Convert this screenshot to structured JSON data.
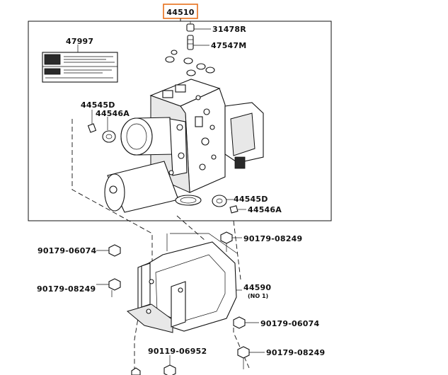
{
  "highlight_color": "#e8701a",
  "labels": {
    "main_part": "44510",
    "p31478": "31478R",
    "p47547": "47547M",
    "p47997": "47997",
    "p44545_left": "44545D",
    "p44546_left": "44546A",
    "p44545_right": "44545D",
    "p44546_right": "44546A",
    "bolt_a": "90179-08249",
    "bolt_b": "90179-06074",
    "bolt_c": "90179-08249",
    "bracket": "44590",
    "bracket_note": "(NO 1)",
    "bolt_d": "90179-06074",
    "bolt_e": "90119-06952",
    "bolt_f": "90179-08249"
  }
}
